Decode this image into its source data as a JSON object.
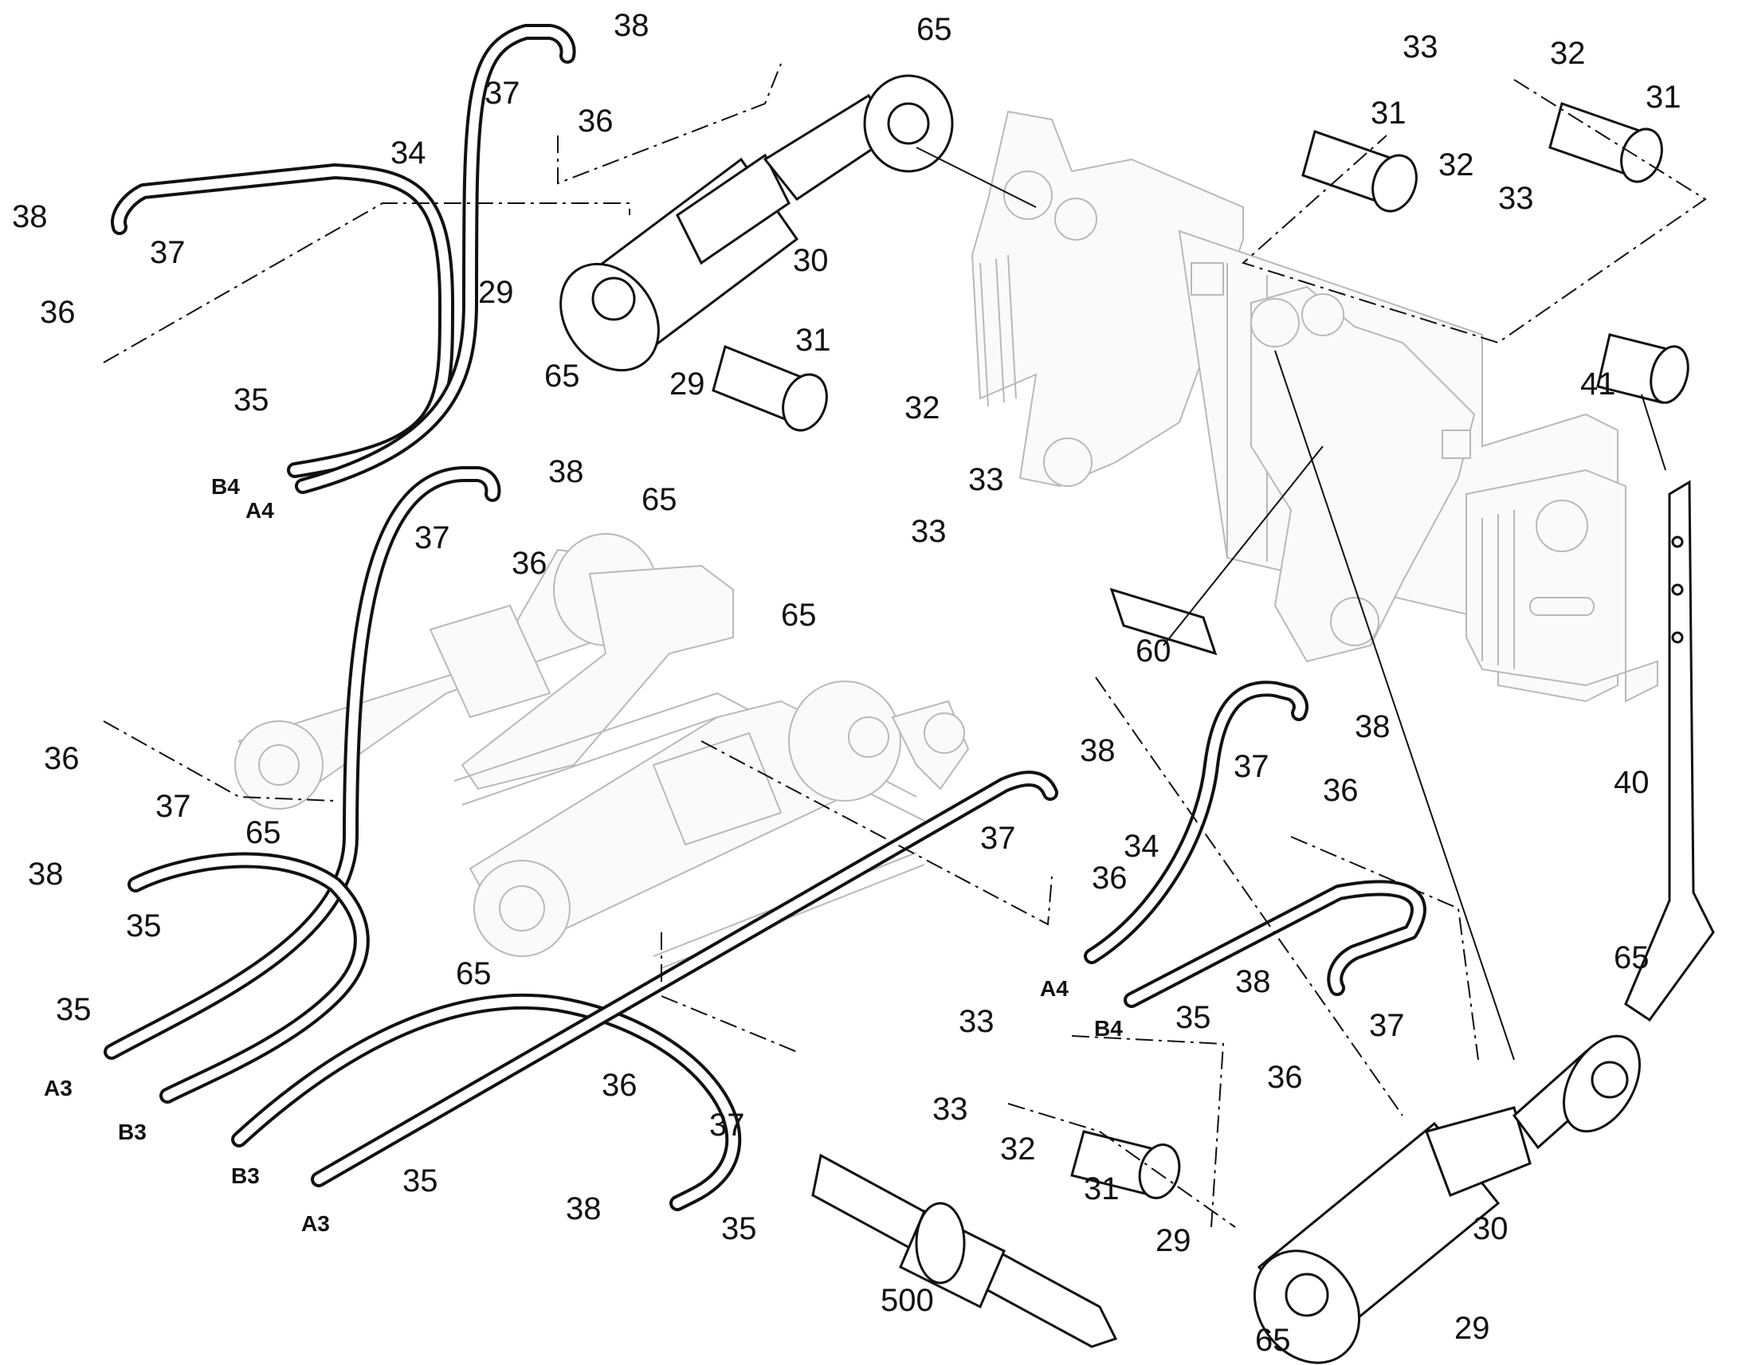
{
  "callouts": {
    "c65_top": "65",
    "c38_top": "38",
    "c37_top": "37",
    "c36_top": "36",
    "c34_top": "34",
    "c33_tr1": "33",
    "c32_tr1": "32",
    "c31_tr1": "31",
    "c31_tr2": "31",
    "c32_tr2": "32",
    "c33_tr2": "33",
    "c38_tl": "38",
    "c37_tl": "37",
    "c36_tl": "36",
    "c35_tl": "35",
    "c30_top": "30",
    "c29_top1": "29",
    "c29_top2": "29",
    "c65_top2": "65",
    "c31_mid": "31",
    "c32_mid": "32",
    "c33_mid1": "33",
    "c33_mid2": "33",
    "c41": "41",
    "c40": "40",
    "c60": "60",
    "c38_mid": "38",
    "c65_mid": "65",
    "c37_mid": "37",
    "c36_mid": "36",
    "c65_mid2": "65",
    "c36_l": "36",
    "c37_l": "37",
    "c65_l": "65",
    "c38_l": "38",
    "c35_l": "35",
    "c35_ll": "35",
    "c38_c": "38",
    "c37_c": "37",
    "c36_c": "36",
    "c65_c": "65",
    "c38_r": "38",
    "c37_r": "37",
    "c36_r": "36",
    "c34_r": "34",
    "c35_r": "35",
    "c38_r2": "38",
    "c37_r2": "37",
    "c36_r2": "36",
    "c65_r": "65",
    "c33_b1": "33",
    "c33_b2": "33",
    "c32_b": "32",
    "c31_b": "31",
    "c29_b1": "29",
    "c30_b": "30",
    "c29_b2": "29",
    "c65_b": "65",
    "c36_bc": "36",
    "c37_bc": "37",
    "c38_bc": "38",
    "c35_bc": "35",
    "c35_bc2": "35",
    "c500": "500"
  },
  "ports": {
    "b4_top": "B4",
    "a4_top": "A4",
    "a3_l": "A3",
    "b3_l": "B3",
    "b3_c": "B3",
    "a3_c": "A3",
    "a4_r": "A4",
    "b4_r": "B4"
  }
}
